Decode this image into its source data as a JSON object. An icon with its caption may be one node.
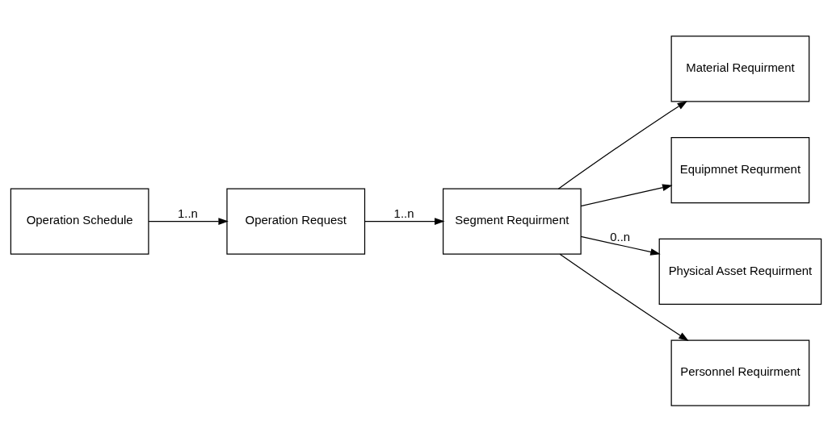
{
  "diagram": {
    "nodes": [
      {
        "text": [
          "Operation Schedule"
        ]
      },
      {
        "text": [
          "Operation Request"
        ]
      },
      {
        "text": [
          "Segment Requirment"
        ]
      },
      {
        "text": [
          "Material Requirment"
        ]
      },
      {
        "text": [
          "Equipmnet Requrment"
        ]
      },
      {
        "text": [
          "Physical Asset Requirment"
        ]
      },
      {
        "text": [
          "Personnel Requirment"
        ]
      }
    ],
    "edges": [
      {
        "from": 0,
        "to": 1,
        "arrow": "to",
        "label": "1..n"
      },
      {
        "from": 1,
        "to": 2,
        "arrow": "to",
        "label": "1..n"
      },
      {
        "from": 2,
        "to": 3,
        "arrow": "to"
      },
      {
        "from": 2,
        "to": 4,
        "arrow": "to"
      },
      {
        "from": 2,
        "to": 5,
        "arrow": "to",
        "label": "0..n"
      },
      {
        "from": 2,
        "to": 6,
        "arrow": "to"
      }
    ]
  }
}
